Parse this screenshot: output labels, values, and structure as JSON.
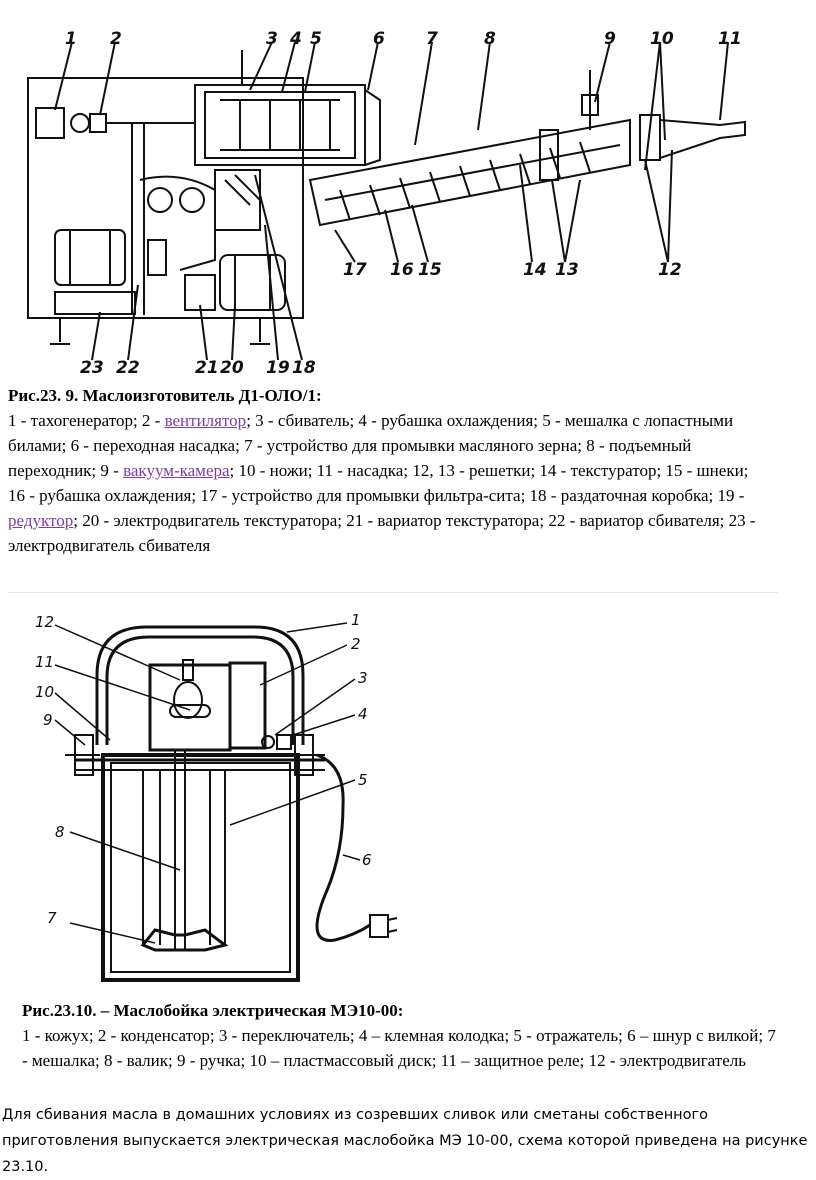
{
  "figure1": {
    "part_numbers": [
      "1",
      "2",
      "3",
      "4",
      "5",
      "6",
      "7",
      "8",
      "9",
      "10",
      "11",
      "17",
      "16",
      "15",
      "14",
      "13",
      "12",
      "23",
      "22",
      "21",
      "20",
      "19",
      "18"
    ],
    "caption_title": "Рис.23. 9. Маслоизготовитель Д1-ОЛО/1:",
    "caption_parts": [
      {
        "t": "1 - тахогенератор; 2 - "
      },
      {
        "t": "вентилятор",
        "link": true
      },
      {
        "t": "; 3 - сбиватель; 4 - рубашка охлаждения; 5 - мешалка с лопастными билами; 6 - переходная насадка; 7 - устройство для промывки масляного зерна; 8 - подъемный переходник; 9 - "
      },
      {
        "t": "вакуум-камера",
        "link": true
      },
      {
        "t": "; 10 - ножи; 11 - насадка; 12, 13 - решетки; 14 - текстуратор; 15 - шнеки; 16 - рубашка охлаждения; 17 - устройство для промывки фильтра-сита; 18 - раздаточная коробка; 19 - "
      },
      {
        "t": "редуктор",
        "link": true
      },
      {
        "t": "; 20 - электродвигатель текстуратора; 21 - вариатор текстуратора; 22 - вариатор сбивателя; 23 - электродвигатель сбивателя"
      }
    ]
  },
  "figure2": {
    "part_numbers": [
      "1",
      "2",
      "3",
      "4",
      "5",
      "6",
      "7",
      "8",
      "9",
      "10",
      "11",
      "12"
    ],
    "caption_title": "Рис.23.10. – Маслобойка электрическая МЭ10-00:",
    "caption_text": "1 - кожух; 2 - конденсатор; 3 - переключатель; 4 – клемная колодка; 5 - отражатель; 6 – шнур с вилкой; 7 - мешалка; 8 - валик; 9 - ручка; 10 – пластмассовый диск; 11 – защитное реле; 12 - электродвигатель"
  },
  "body_text": "Для сбивания масла в домашних условиях из созревших сливок или сметаны собственного приготовления выпускается электрическая маслобойка МЭ 10-00, схема которой приведена на рисунке 23.10."
}
